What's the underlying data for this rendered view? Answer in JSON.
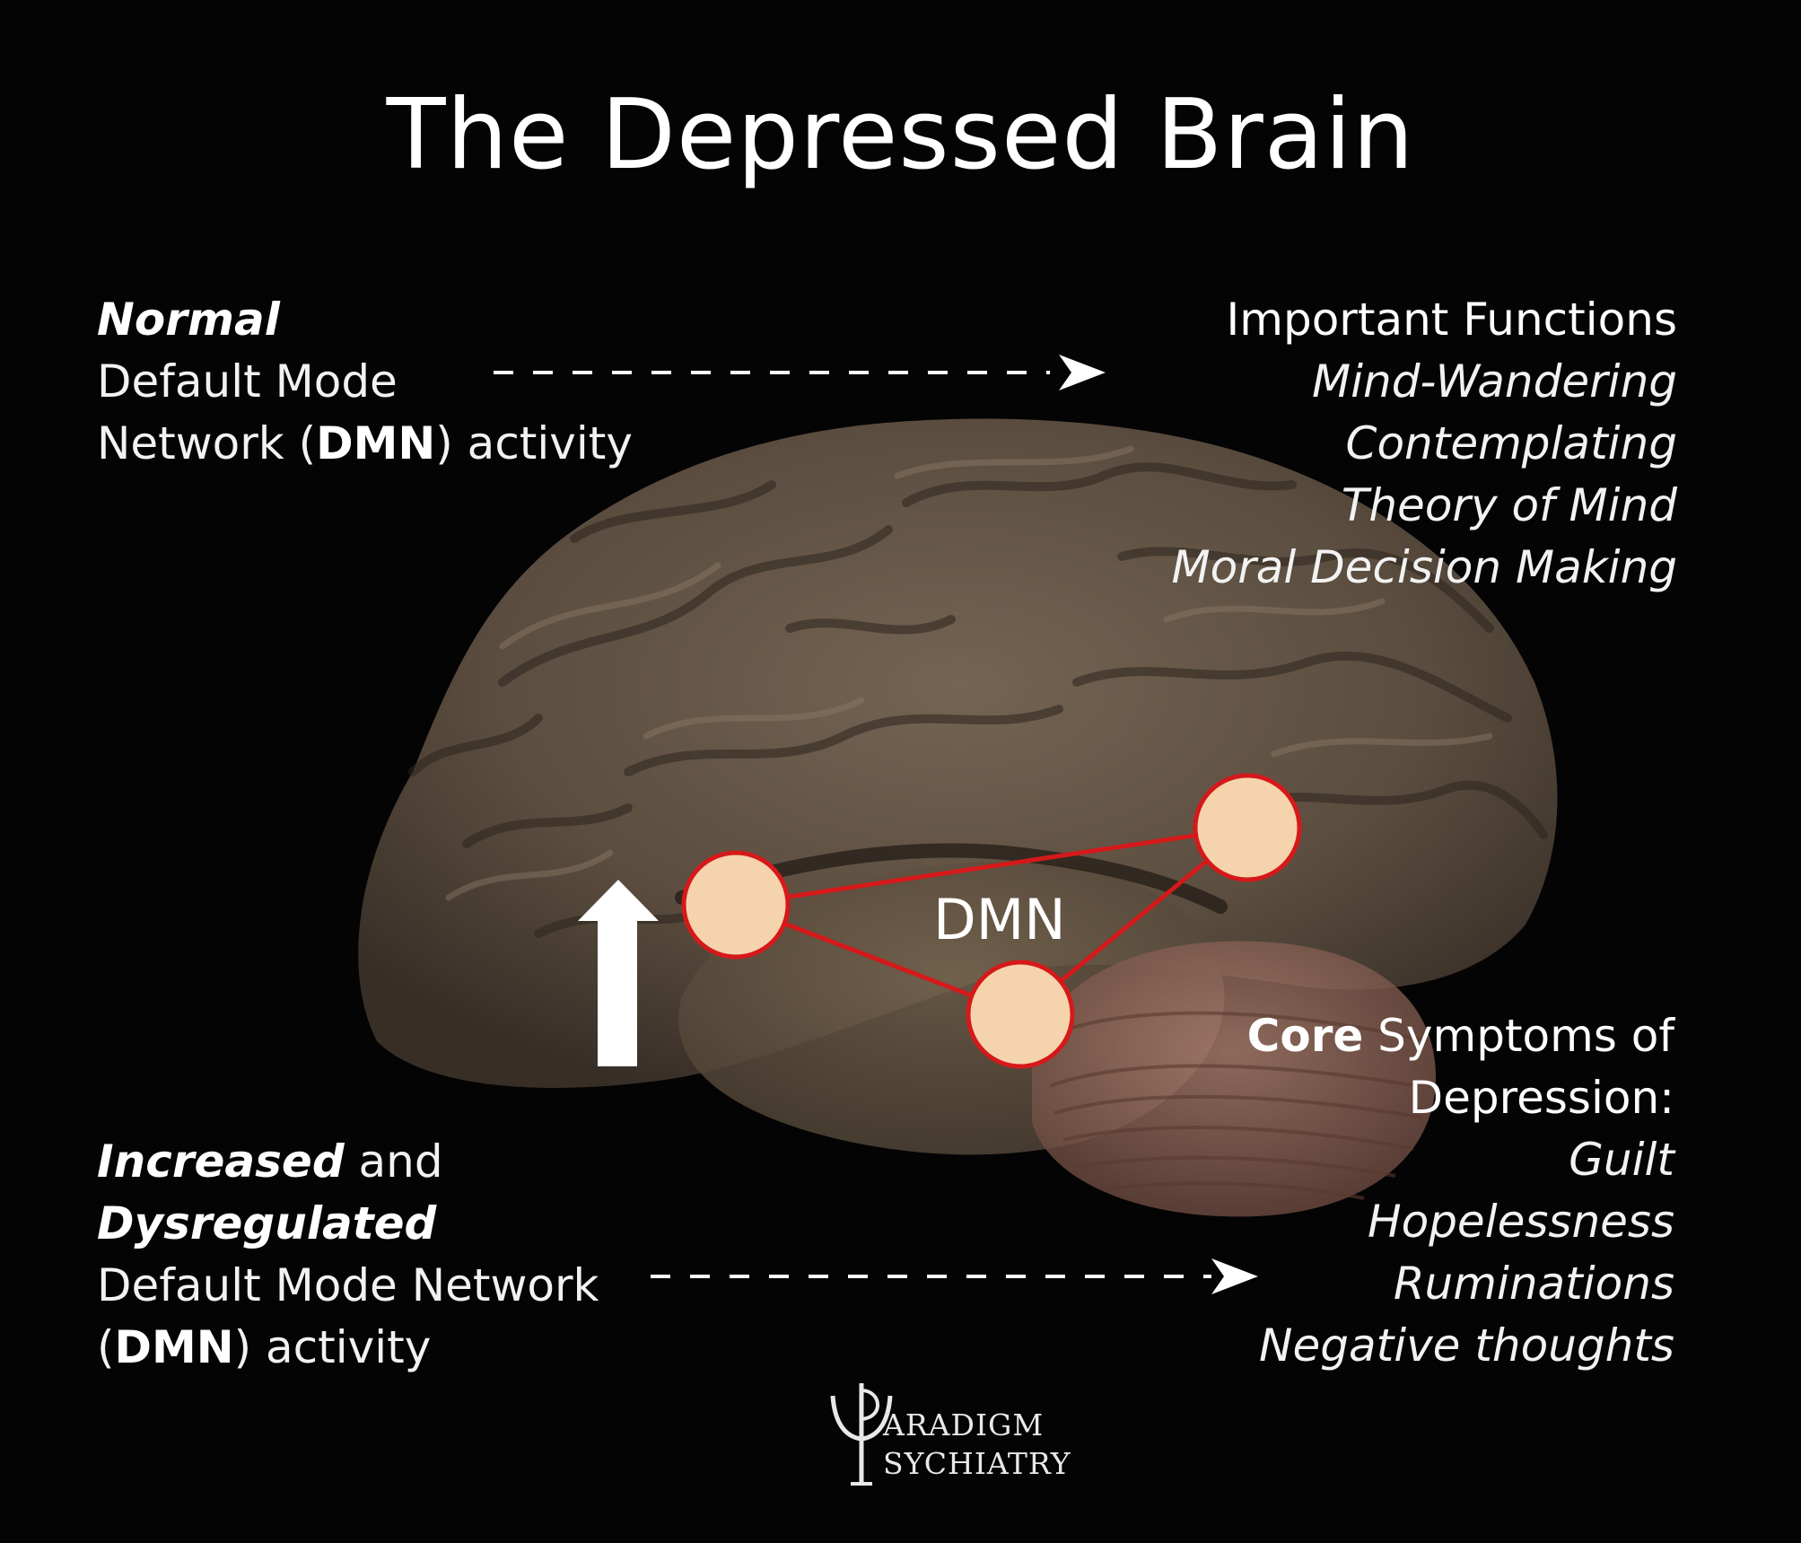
{
  "title": "The Depressed Brain",
  "normal": {
    "heading": "Normal",
    "line1": "Default Mode",
    "line2_pre": "Network (",
    "line2_bold": "DMN",
    "line2_post": ") activity"
  },
  "functions": {
    "heading": "Important Functions",
    "items": [
      "Mind-Wandering",
      "Contemplating",
      "Theory of Mind",
      "Moral Decision Making"
    ]
  },
  "core": {
    "heading_bold": "Core",
    "heading_rest": " Symptoms of",
    "heading_line2": "Depression:",
    "items": [
      "Guilt",
      "Hopelessness",
      "Ruminations",
      "Negative thoughts"
    ]
  },
  "increased": {
    "word1": "Increased",
    "word1_post": " and",
    "word2": "Dysregulated",
    "line3": "Default Mode Network",
    "line4_pre": "(",
    "line4_bold": "DMN",
    "line4_post": ") activity"
  },
  "dmn_label": "DMN",
  "logo": {
    "line1": "ARADIGM",
    "line2": "SYCHIATRY"
  },
  "colors": {
    "background": "#050404",
    "brain": "#6b5b4b",
    "cerebellum": "#9a7060",
    "node_fill": "#f4d3ad",
    "node_stroke": "#d5191a",
    "text": "#ffffff"
  }
}
